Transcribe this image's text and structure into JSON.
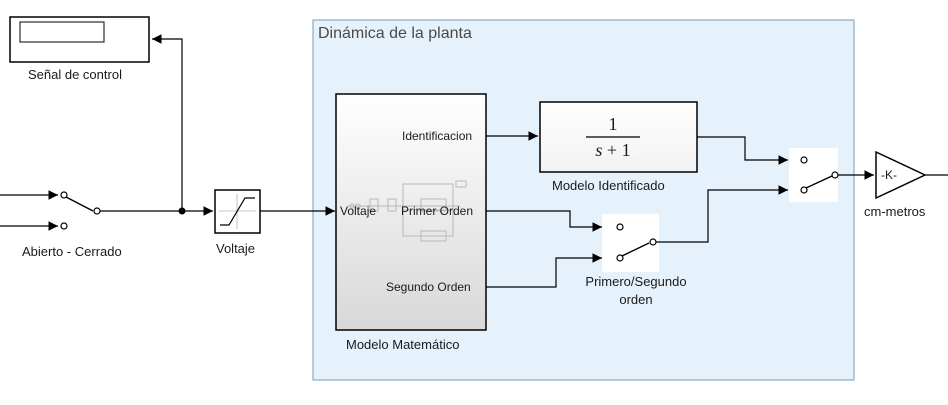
{
  "subsystem": {
    "title": "Dinámica de la planta"
  },
  "blocks": {
    "scope": {
      "label": "Señal de control"
    },
    "switch_loop": {
      "label": "Abierto - Cerrado"
    },
    "saturation": {
      "label": "Voltaje"
    },
    "math_model": {
      "label": "Modelo Matemático",
      "ports": {
        "in_voltaje": "Voltaje",
        "out_identificacion": "Identificacion",
        "out_primer": "Primer Orden",
        "out_segundo": "Segundo Orden"
      }
    },
    "tf": {
      "label": "Modelo Identificado",
      "numerator": "1",
      "denominator_var": "s",
      "denominator_rest": " + 1"
    },
    "switch_order": {
      "label_line1": "Primero/Segundo",
      "label_line2": "orden"
    },
    "gain": {
      "value": "-K-",
      "label": "cm-metros"
    }
  },
  "colors": {
    "subsystem_fill": "#e6f2fb",
    "subsystem_border": "#7a9cb8",
    "line": "#000000",
    "switch_bg": "#ffffff"
  }
}
